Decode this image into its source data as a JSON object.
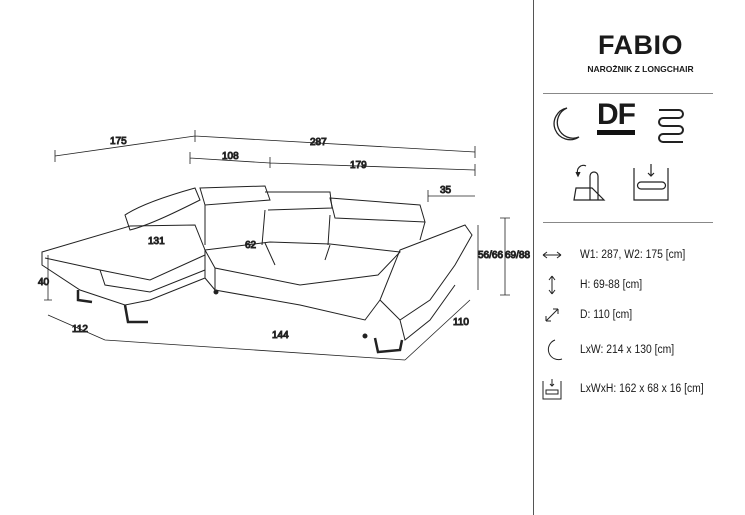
{
  "product": {
    "name": "FABIO",
    "subtitle": "NAROŻNIK Z LONGCHAIR"
  },
  "features": [
    {
      "icon": "moon-sleep-function-icon"
    },
    {
      "icon": "df-logo-icon",
      "label": "DF"
    },
    {
      "icon": "spring-icon"
    },
    {
      "icon": "adjustable-headrest-icon"
    },
    {
      "icon": "storage-container-icon"
    }
  ],
  "dimensions": {
    "total_w2": "175",
    "total_w1": "287",
    "seg_108": "108",
    "seg_179": "179",
    "headrest_35": "35",
    "chaise_depth": "131",
    "seat_depth": "62",
    "height_seat": "56/66",
    "height_back": "69/88",
    "leg_height": "40",
    "chaise_width": "112",
    "sleep_width": "144",
    "depth": "110"
  },
  "specs": [
    {
      "icon": "horizontal-arrow-icon",
      "text": "W1: 287, W2: 175 [cm]"
    },
    {
      "icon": "vertical-arrow-icon",
      "text": "H: 69-88 [cm]"
    },
    {
      "icon": "diagonal-arrow-icon",
      "text": "D: 110 [cm]"
    },
    {
      "icon": "moon-icon",
      "text": "LxW: 214 x 130 [cm]"
    },
    {
      "icon": "storage-icon",
      "text": "LxWxH: 162 x 68 x 16 [cm]"
    }
  ]
}
